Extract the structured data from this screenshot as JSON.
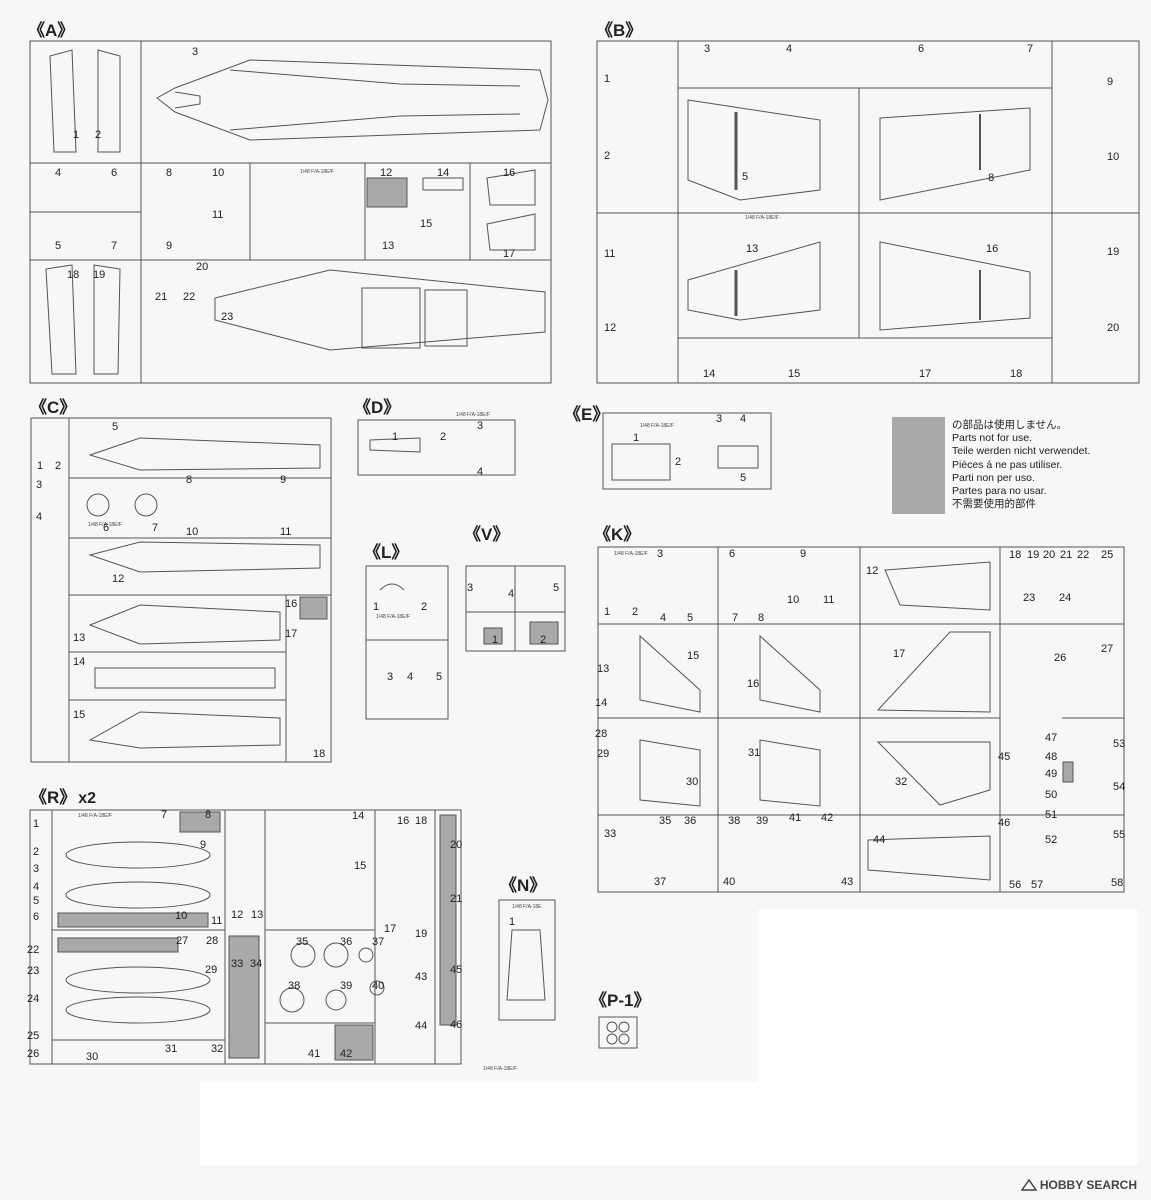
{
  "frames": [
    {
      "id": "A",
      "title": "《A》",
      "multiplier": ""
    },
    {
      "id": "B",
      "title": "《B》",
      "multiplier": ""
    },
    {
      "id": "C",
      "title": "《C》",
      "multiplier": ""
    },
    {
      "id": "D",
      "title": "《D》",
      "multiplier": ""
    },
    {
      "id": "E",
      "title": "《E》",
      "multiplier": ""
    },
    {
      "id": "L",
      "title": "《L》",
      "multiplier": ""
    },
    {
      "id": "V",
      "title": "《V》",
      "multiplier": ""
    },
    {
      "id": "K",
      "title": "《K》",
      "multiplier": ""
    },
    {
      "id": "R",
      "title": "《R》",
      "multiplier": "x2"
    },
    {
      "id": "N",
      "title": "《N》",
      "multiplier": ""
    },
    {
      "id": "P1",
      "title": "《P-1》",
      "multiplier": ""
    }
  ],
  "sprue_tag": "1/48 F/A-18E/F",
  "sprue_tag_n": "1/48 F/A-18E",
  "legend": {
    "lines": [
      "の部品は使用しません。",
      "Parts not for use.",
      "Teile werden nicht verwendet.",
      "Pièces á ne pas utiliser.",
      "Parti non per uso.",
      "Partes para no usar.",
      "不需要使用的部件"
    ],
    "swatch_color": "#a9a9a9"
  },
  "watermark": "HOBBY SEARCH",
  "part_numbers": {
    "A": [
      "1",
      "2",
      "3",
      "4",
      "5",
      "6",
      "7",
      "8",
      "9",
      "10",
      "11",
      "12",
      "13",
      "14",
      "15",
      "16",
      "17",
      "18",
      "19",
      "20",
      "21",
      "22",
      "23"
    ],
    "B": [
      "1",
      "2",
      "3",
      "4",
      "5",
      "6",
      "7",
      "8",
      "9",
      "10",
      "11",
      "12",
      "13",
      "14",
      "15",
      "16",
      "17",
      "18",
      "19",
      "20"
    ],
    "C": [
      "1",
      "2",
      "3",
      "4",
      "5",
      "6",
      "7",
      "8",
      "9",
      "10",
      "11",
      "12",
      "13",
      "14",
      "15",
      "16",
      "17",
      "18"
    ],
    "D": [
      "1",
      "2",
      "3",
      "4"
    ],
    "E": [
      "1",
      "2",
      "3",
      "4",
      "5"
    ],
    "L": [
      "1",
      "2",
      "3",
      "4",
      "5"
    ],
    "V": [
      "1",
      "2",
      "3",
      "4",
      "5"
    ],
    "K": [
      "1",
      "2",
      "3",
      "4",
      "5",
      "6",
      "7",
      "8",
      "9",
      "10",
      "11",
      "12",
      "13",
      "14",
      "15",
      "16",
      "17",
      "18",
      "19",
      "20",
      "21",
      "22",
      "23",
      "24",
      "25",
      "26",
      "27",
      "28",
      "29",
      "30",
      "31",
      "32",
      "33",
      "35",
      "36",
      "37",
      "38",
      "39",
      "40",
      "41",
      "42",
      "43",
      "44",
      "45",
      "46",
      "47",
      "48",
      "49",
      "50",
      "51",
      "52",
      "53",
      "54",
      "55",
      "56",
      "57",
      "58"
    ],
    "R": [
      "1",
      "2",
      "3",
      "4",
      "5",
      "6",
      "7",
      "8",
      "9",
      "10",
      "11",
      "12",
      "13",
      "14",
      "15",
      "16",
      "17",
      "18",
      "19",
      "20",
      "21",
      "22",
      "23",
      "24",
      "25",
      "26",
      "27",
      "28",
      "29",
      "30",
      "31",
      "32",
      "33",
      "34",
      "35",
      "36",
      "37",
      "38",
      "39",
      "40",
      "41",
      "42",
      "43",
      "44",
      "45",
      "46"
    ],
    "N": [
      "1"
    ]
  }
}
